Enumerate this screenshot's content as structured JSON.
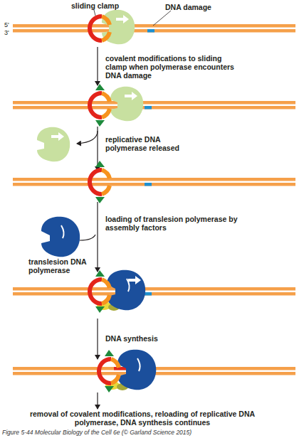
{
  "diagram": {
    "caption": "Figure 5-44 Molecular Biology of the Cell 6e (© Garland Science 2015)",
    "labels": [
      "sliding clamp",
      "DNA damage",
      "5'",
      "3'",
      "covalent modifications to sliding clamp when polymerase encounters DNA damage",
      "replicative DNA polymerase released",
      "loading of translesion polymerase by assembly factors",
      "translesion DNA polymerase",
      "DNA synthesis",
      "removal of covalent modifications, reloading of replicative DNA polymerase, DNA synthesis continues"
    ]
  }
}
